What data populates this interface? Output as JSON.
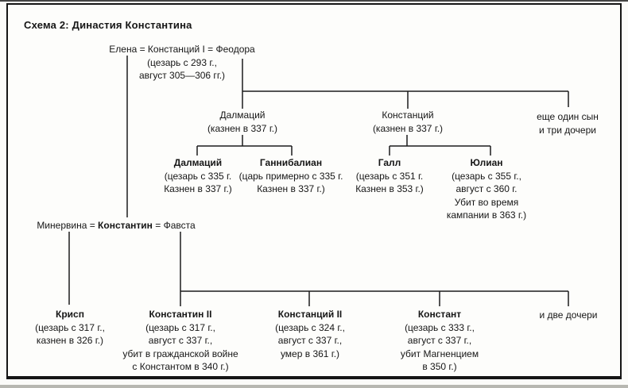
{
  "title": "Схема 2: Династия Константина",
  "colors": {
    "ink": "#161616",
    "paper": "#fdfdfb",
    "line": "#1c1c1c"
  },
  "generation1": {
    "couple": "Елена = Констанций I = Феодора",
    "details": [
      "(цезарь с 293 г.,",
      "август 305—306 гг.)"
    ]
  },
  "generation2": {
    "dalmatius": {
      "name": "Далмаций",
      "details": [
        "(казнен в 337 г.)"
      ]
    },
    "constantius": {
      "name": "Констанций",
      "details": [
        "(казнен в 337 г.)"
      ]
    },
    "others": [
      "еще один сын",
      "и три дочери"
    ],
    "couple": {
      "wife1": "Минервина = ",
      "husband": "Константин",
      "wife2": " = Фавста"
    }
  },
  "generation3": {
    "dalmatius_caesar": {
      "name": "Далмаций",
      "details": [
        "(цезарь с 335 г.",
        "Казнен в 337 г.)"
      ]
    },
    "hannibalianus": {
      "name": "Ганнибалиан",
      "details": [
        "(царь примерно с 335 г.",
        "Казнен в 337 г.)"
      ]
    },
    "gallus": {
      "name": "Галл",
      "details": [
        "(цезарь с 351 г.",
        "Казнен в 353 г.)"
      ]
    },
    "julian": {
      "name": "Юлиан",
      "details": [
        "(цезарь с 355 г.,",
        "август с 360 г.",
        "Убит во время",
        "кампании в 363 г.)"
      ]
    },
    "crispus": {
      "name": "Крисп",
      "details": [
        "(цезарь с 317 г.,",
        "казнен в 326 г.)"
      ]
    },
    "constantine_ii": {
      "name": "Константин II",
      "details": [
        "(цезарь с 317 г.,",
        "август с 337 г.,",
        "убит в гражданской войне",
        "с Константом в 340 г.)"
      ]
    },
    "constantius_ii": {
      "name": "Констанций II",
      "details": [
        "(цезарь с 324 г.,",
        "август с 337 г.,",
        "умер в 361 г.)"
      ]
    },
    "constans": {
      "name": "Констант",
      "details": [
        "(цезарь с 333 г.,",
        "август с 337 г.,",
        "убит Магненцием",
        "в 350 г.)"
      ]
    },
    "others": [
      "и две дочери"
    ]
  }
}
